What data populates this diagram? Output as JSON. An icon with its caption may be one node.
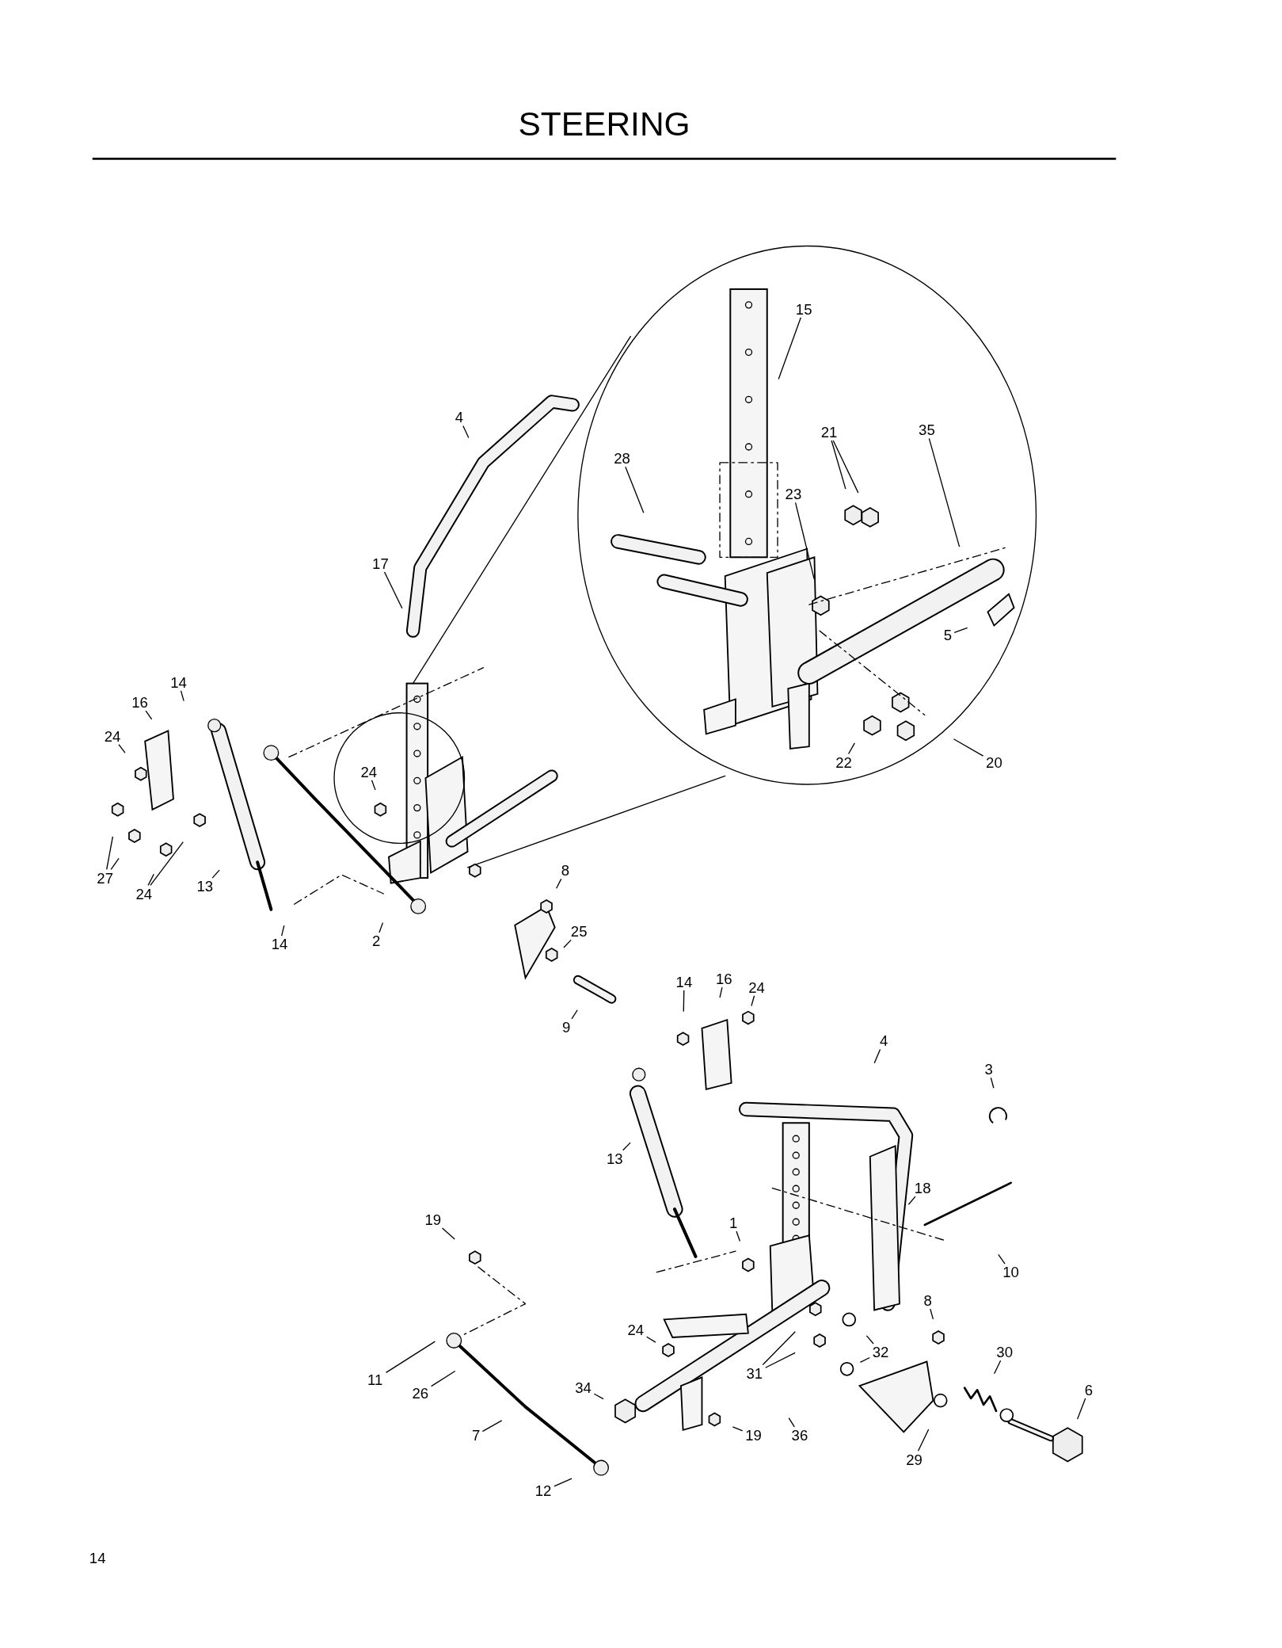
{
  "diagram": {
    "title": "STEERING",
    "nodes": [
      {
        "text": [
          "15"
        ]
      },
      {
        "text": [
          "4"
        ]
      },
      {
        "text": [
          "21"
        ]
      },
      {
        "text": [
          "35"
        ]
      },
      {
        "text": [
          "28"
        ]
      },
      {
        "text": [
          "23"
        ]
      },
      {
        "text": [
          "17"
        ]
      },
      {
        "text": [
          "5"
        ]
      },
      {
        "text": [
          "14"
        ]
      },
      {
        "text": [
          "16"
        ]
      },
      {
        "text": [
          "24"
        ]
      },
      {
        "text": [
          "22"
        ]
      },
      {
        "text": [
          "20"
        ]
      },
      {
        "text": [
          "24"
        ]
      },
      {
        "text": [
          "8"
        ]
      },
      {
        "text": [
          "27"
        ]
      },
      {
        "text": [
          "13"
        ]
      },
      {
        "text": [
          "24"
        ]
      },
      {
        "text": [
          "25"
        ]
      },
      {
        "text": [
          "2"
        ]
      },
      {
        "text": [
          "14"
        ]
      },
      {
        "text": [
          "16"
        ]
      },
      {
        "text": [
          "14"
        ]
      },
      {
        "text": [
          "24"
        ]
      },
      {
        "text": [
          "9"
        ]
      },
      {
        "text": [
          "4"
        ]
      },
      {
        "text": [
          "3"
        ]
      },
      {
        "text": [
          "13"
        ]
      },
      {
        "text": [
          "18"
        ]
      },
      {
        "text": [
          "19"
        ]
      },
      {
        "text": [
          "1"
        ]
      },
      {
        "text": [
          "10"
        ]
      },
      {
        "text": [
          "8"
        ]
      },
      {
        "text": [
          "24"
        ]
      },
      {
        "text": [
          "30"
        ]
      },
      {
        "text": [
          "32"
        ]
      },
      {
        "text": [
          "31"
        ]
      },
      {
        "text": [
          "11"
        ]
      },
      {
        "text": [
          "34"
        ]
      },
      {
        "text": [
          "26"
        ]
      },
      {
        "text": [
          "6"
        ]
      },
      {
        "text": [
          "7"
        ]
      },
      {
        "text": [
          "19"
        ]
      },
      {
        "text": [
          "36"
        ]
      },
      {
        "text": [
          "29"
        ]
      },
      {
        "text": [
          "12"
        ]
      }
    ],
    "edges": [
      {
        "from": 0,
        "to": null,
        "arrow": "none"
      },
      {
        "from": 1,
        "to": null,
        "arrow": "none"
      },
      {
        "from": 2,
        "to": null,
        "arrow": "none"
      },
      {
        "from": 2,
        "to": null,
        "arrow": "none"
      },
      {
        "from": 3,
        "to": null,
        "arrow": "none"
      },
      {
        "from": 4,
        "to": null,
        "arrow": "none"
      },
      {
        "from": 5,
        "to": null,
        "arrow": "none"
      },
      {
        "from": 6,
        "to": null,
        "arrow": "none"
      },
      {
        "from": 7,
        "to": null,
        "arrow": "none"
      },
      {
        "from": 8,
        "to": null,
        "arrow": "none"
      },
      {
        "from": 9,
        "to": null,
        "arrow": "none"
      },
      {
        "from": 10,
        "to": null,
        "arrow": "none"
      },
      {
        "from": 11,
        "to": null,
        "arrow": "none"
      },
      {
        "from": 12,
        "to": null,
        "arrow": "none"
      },
      {
        "from": 13,
        "to": null,
        "arrow": "none"
      },
      {
        "from": 14,
        "to": null,
        "arrow": "none"
      },
      {
        "from": 15,
        "to": null,
        "arrow": "none"
      },
      {
        "from": 15,
        "to": null,
        "arrow": "none"
      },
      {
        "from": 16,
        "to": null,
        "arrow": "none"
      },
      {
        "from": 17,
        "to": null,
        "arrow": "none"
      },
      {
        "from": 17,
        "to": null,
        "arrow": "none"
      },
      {
        "from": 18,
        "to": null,
        "arrow": "none"
      },
      {
        "from": 19,
        "to": null,
        "arrow": "none"
      },
      {
        "from": 20,
        "to": null,
        "arrow": "none"
      },
      {
        "from": 21,
        "to": null,
        "arrow": "none"
      },
      {
        "from": 22,
        "to": null,
        "arrow": "none"
      },
      {
        "from": 23,
        "to": null,
        "arrow": "none"
      },
      {
        "from": 24,
        "to": null,
        "arrow": "none"
      },
      {
        "from": 25,
        "to": null,
        "arrow": "none"
      },
      {
        "from": 26,
        "to": null,
        "arrow": "none"
      },
      {
        "from": 27,
        "to": null,
        "arrow": "none"
      },
      {
        "from": 28,
        "to": null,
        "arrow": "none"
      },
      {
        "from": 29,
        "to": null,
        "arrow": "none"
      },
      {
        "from": 30,
        "to": null,
        "arrow": "none"
      },
      {
        "from": 31,
        "to": null,
        "arrow": "none"
      },
      {
        "from": 32,
        "to": null,
        "arrow": "none"
      },
      {
        "from": 33,
        "to": null,
        "arrow": "none"
      },
      {
        "from": 34,
        "to": null,
        "arrow": "none"
      },
      {
        "from": 35,
        "to": null,
        "arrow": "none"
      },
      {
        "from": 35,
        "to": null,
        "arrow": "none"
      },
      {
        "from": 36,
        "to": null,
        "arrow": "none"
      },
      {
        "from": 36,
        "to": null,
        "arrow": "none"
      },
      {
        "from": 37,
        "to": null,
        "arrow": "none"
      },
      {
        "from": 38,
        "to": null,
        "arrow": "none"
      },
      {
        "from": 39,
        "to": null,
        "arrow": "none"
      },
      {
        "from": 40,
        "to": null,
        "arrow": "none"
      },
      {
        "from": 41,
        "to": null,
        "arrow": "none"
      },
      {
        "from": 42,
        "to": null,
        "arrow": "none"
      },
      {
        "from": 43,
        "to": null,
        "arrow": "none"
      },
      {
        "from": 44,
        "to": null,
        "arrow": "none"
      },
      {
        "from": 45,
        "to": null,
        "arrow": "none"
      }
    ],
    "labels": [
      "14"
    ]
  }
}
